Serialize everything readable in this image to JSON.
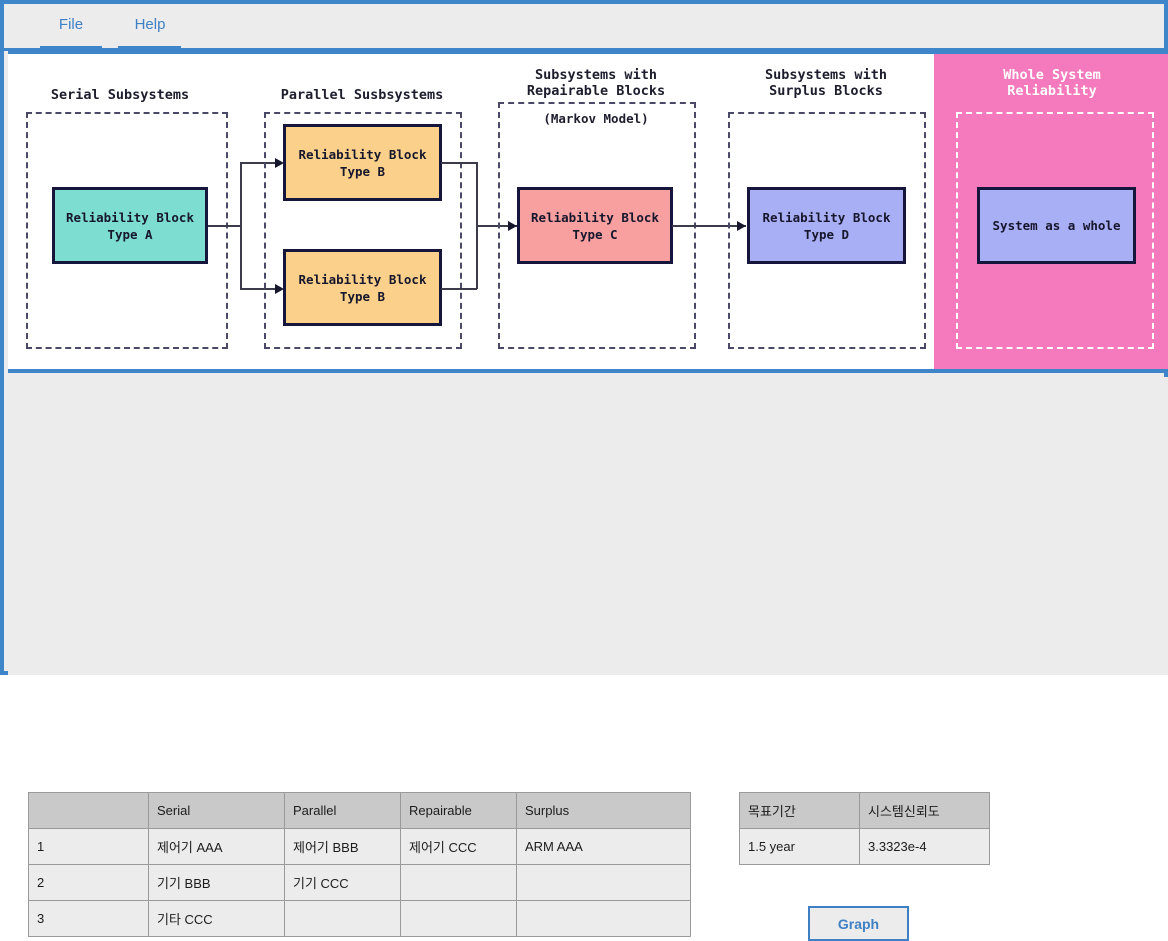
{
  "menu": {
    "items": [
      {
        "label": "File",
        "name": "menu-file"
      },
      {
        "label": "Help",
        "name": "menu-help"
      }
    ]
  },
  "colors": {
    "window_border": "#3f85ca",
    "panel_background": "#ececec",
    "diagram_background": "#ffffff",
    "accent_blue": "#3f7fc4",
    "block_border": "#16163c",
    "type_a_fill": "#7dddd0",
    "type_b_fill": "#fbd08a",
    "type_c_fill": "#f8a0a0",
    "type_d_fill": "#a9aff5",
    "whole_system_fill": "#a9aff5",
    "highlight_panel": "#f479bd",
    "table_header": "#c9c9c9"
  },
  "diagram": {
    "groups": [
      {
        "title": "Serial Subsystems",
        "note": "",
        "highlighted": false,
        "blocks": [
          {
            "label": "Reliability Block\nType A",
            "fill": "#7dddd0"
          }
        ]
      },
      {
        "title": "Parallel Susbsystems",
        "note": "",
        "highlighted": false,
        "blocks": [
          {
            "label": "Reliability Block\nType B",
            "fill": "#fbd08a"
          },
          {
            "label": "Reliability Block\nType B",
            "fill": "#fbd08a"
          }
        ]
      },
      {
        "title": "Subsystems with\nRepairable Blocks",
        "note": "(Markov Model)",
        "highlighted": false,
        "blocks": [
          {
            "label": "Reliability Block\nType C",
            "fill": "#f8a0a0"
          }
        ]
      },
      {
        "title": "Subsystems with\nSurplus Blocks",
        "note": "",
        "highlighted": false,
        "blocks": [
          {
            "label": "Reliability Block\nType D",
            "fill": "#a9aff5"
          }
        ]
      },
      {
        "title": "Whole System\nReliability",
        "note": "",
        "highlighted": true,
        "blocks": [
          {
            "label": "System as a whole",
            "fill": "#a9aff5"
          }
        ]
      }
    ]
  },
  "main_table": {
    "headers": [
      "",
      "Serial",
      "Parallel",
      "Repairable",
      "Surplus"
    ],
    "rows": [
      [
        "1",
        "제어기 AAA",
        "제어기 BBB",
        "제어기 CCC",
        "ARM AAA"
      ],
      [
        "2",
        "기기 BBB",
        "기기 CCC",
        "",
        ""
      ],
      [
        "3",
        "기타 CCC",
        "",
        "",
        ""
      ]
    ]
  },
  "result_table": {
    "headers": [
      "목표기간",
      "시스템신뢰도"
    ],
    "rows": [
      [
        "1.5 year",
        "3.3323e-4"
      ]
    ]
  },
  "graph_button": {
    "label": "Graph"
  }
}
